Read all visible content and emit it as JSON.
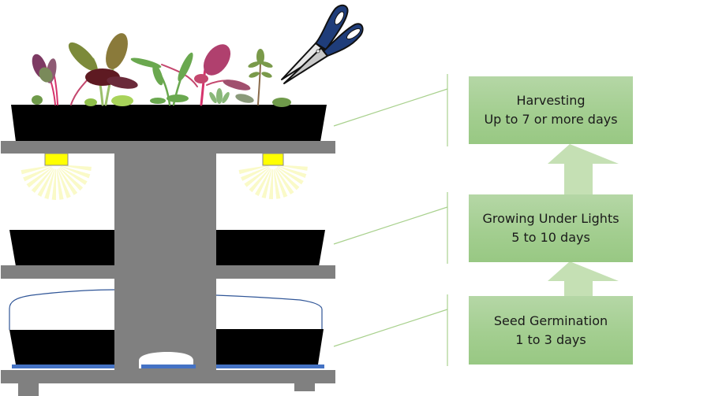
{
  "diagram": {
    "title": "Microgreens growing rack stages",
    "stages": [
      {
        "id": "harvesting",
        "name": "Harvesting",
        "duration": "Up to 7 or more days",
        "shelf": "top"
      },
      {
        "id": "growing",
        "name": "Growing Under Lights",
        "duration": "5 to 10 days",
        "shelf": "middle"
      },
      {
        "id": "germination",
        "name": "Seed Germination",
        "duration": "1 to 3 days",
        "shelf": "bottom"
      }
    ],
    "flow_direction": "bottom-to-top",
    "illustration": {
      "top_shelf": "tray with microgreens and scissors",
      "middle_shelf": "trays under grow lights",
      "bottom_shelf": "covered trays on heat mats"
    },
    "colors": {
      "stage_box": "#a9d18e",
      "arrow": "#c5e0b4",
      "connector_line": "#a9d18e",
      "rack": "#808080",
      "tray": "#000000",
      "light": "#ffff00",
      "light_rays": "#fafac8",
      "heat_mat": "#4472c4",
      "dome_outline": "#2f5597",
      "scissors_handle": "#1f3d7a"
    }
  }
}
